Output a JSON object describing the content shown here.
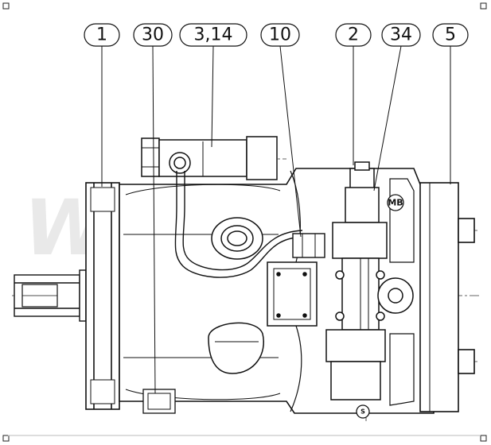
{
  "watermark": "Wi",
  "callouts": [
    {
      "label": "1"
    },
    {
      "label": "30"
    },
    {
      "label": "3,14"
    },
    {
      "label": "10"
    },
    {
      "label": "2"
    },
    {
      "label": "34"
    },
    {
      "label": "5"
    }
  ],
  "port_tag": "MB",
  "port_tag_small": "S"
}
